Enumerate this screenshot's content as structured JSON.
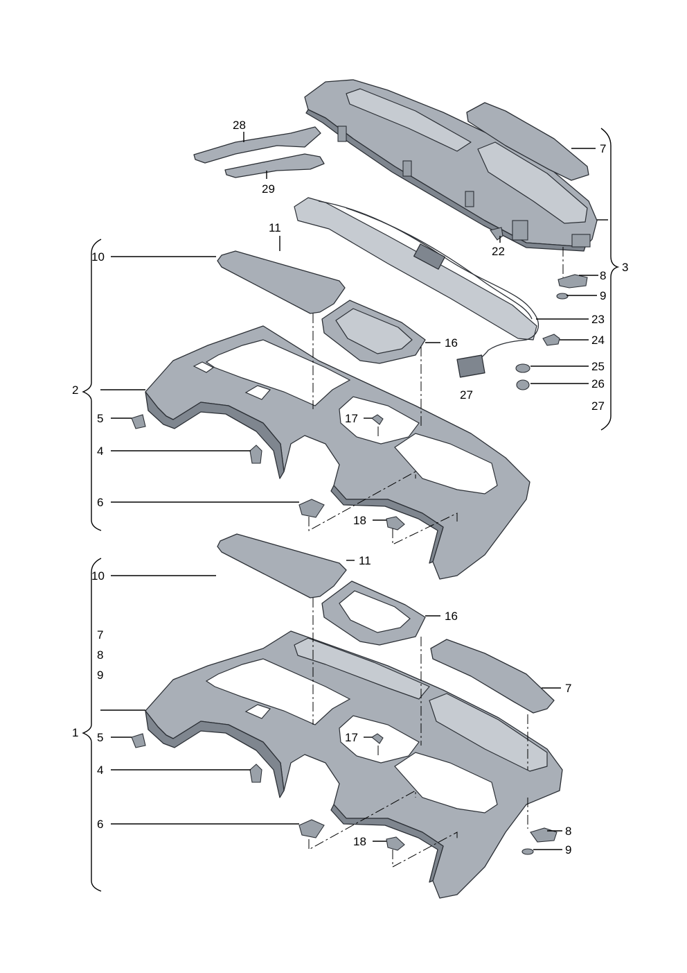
{
  "diagram": {
    "labels": {
      "l28": "28",
      "l29": "29",
      "l7a": "7",
      "l11a": "11",
      "l10a": "10",
      "l22": "22",
      "l8a": "8",
      "l9a": "9",
      "l3": "3",
      "l23": "23",
      "l16a": "16",
      "l24": "24",
      "l25": "25",
      "l2": "2",
      "l26": "26",
      "l27a": "27",
      "l27b": "27",
      "l5a": "5",
      "l17a": "17",
      "l4a": "4",
      "l6a": "6",
      "l18a": "18",
      "l11b": "11",
      "l10b": "10",
      "l16b": "16",
      "l7b": "7",
      "l7c": "7",
      "l8b": "8",
      "l9b": "9",
      "l1": "1",
      "l5b": "5",
      "l17b": "17",
      "l4b": "4",
      "l6b": "6",
      "l8c": "8",
      "l18b": "18",
      "l9c": "9"
    }
  }
}
